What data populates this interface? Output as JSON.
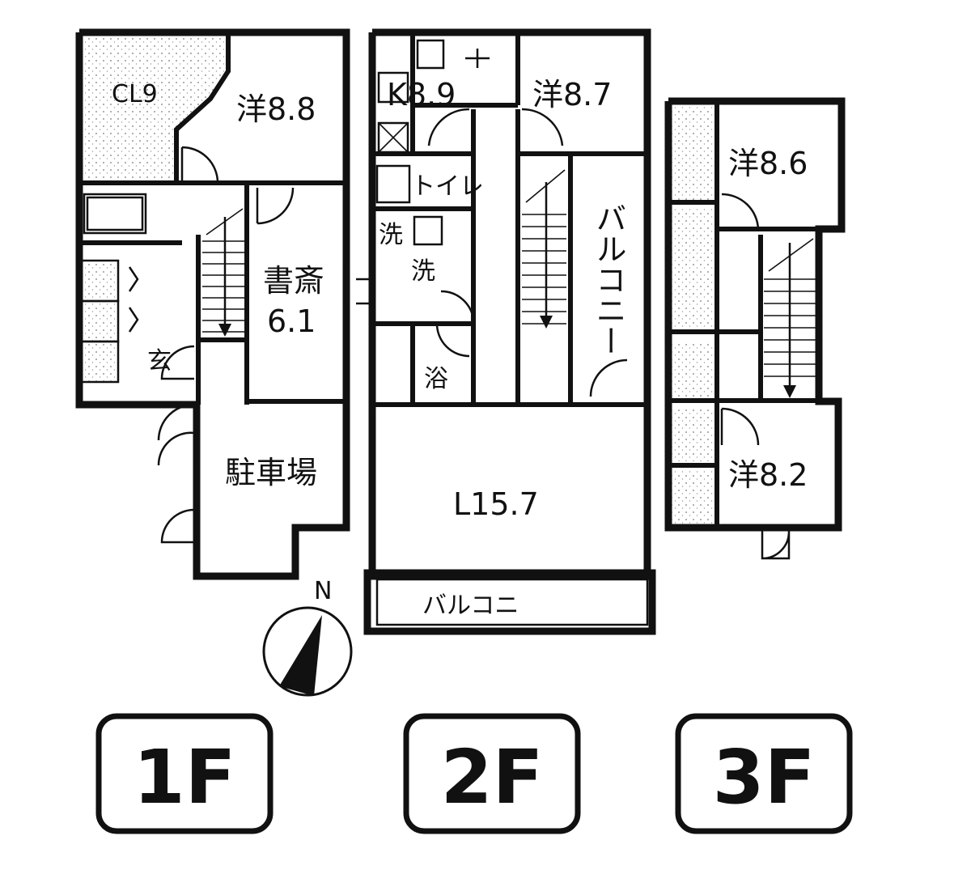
{
  "floors": {
    "f1": {
      "label": "1F",
      "rooms": {
        "closet": "CL9",
        "western": "洋8.8",
        "study_name": "書斎",
        "study_size": "6.1",
        "parking": "駐車場",
        "entrance": "玄"
      }
    },
    "f2": {
      "label": "2F",
      "rooms": {
        "kitchen": "K8.9",
        "western": "洋8.7",
        "toilet": "トイレ",
        "wash_machine": "洗",
        "washroom": "洗",
        "bath": "浴",
        "living": "L15.7",
        "balcony_side": "バルコニー",
        "balcony_front": "バルコニ"
      }
    },
    "f3": {
      "label": "3F",
      "rooms": {
        "western_upper": "洋8.6",
        "western_lower": "洋8.2"
      }
    }
  },
  "compass": {
    "north_label": "N"
  }
}
